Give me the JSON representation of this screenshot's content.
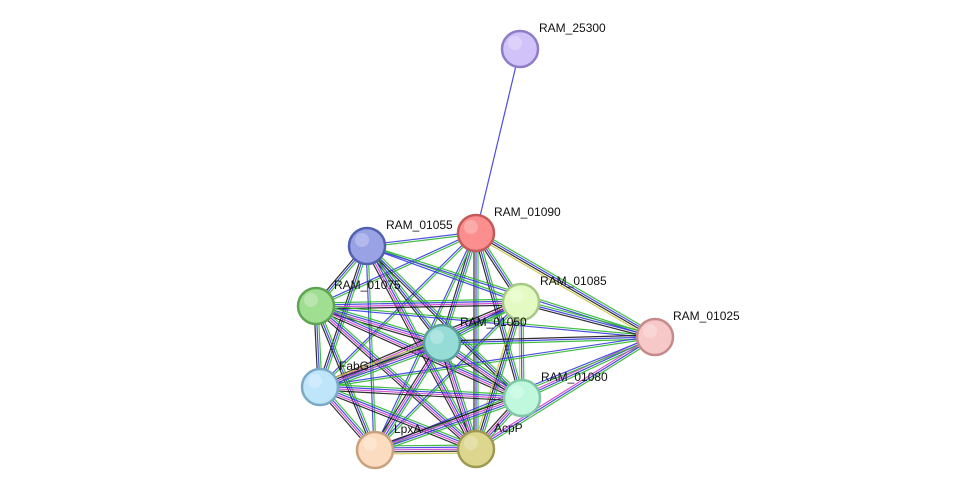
{
  "network": {
    "nodes": [
      {
        "id": "RAM_25300",
        "label": "RAM_25300",
        "fill": "#d2c2fa",
        "stroke": "#8f7cc7"
      },
      {
        "id": "RAM_01090",
        "label": "RAM_01090",
        "fill": "#fb8f8f",
        "stroke": "#c55858"
      },
      {
        "id": "RAM_01055",
        "label": "RAM_01055",
        "fill": "#9aa2e6",
        "stroke": "#5260b0"
      },
      {
        "id": "RAM_01075",
        "label": "RAM_01075",
        "fill": "#a0de92",
        "stroke": "#5ea552"
      },
      {
        "id": "RAM_01085",
        "label": "RAM_01085",
        "fill": "#e3fbc2",
        "stroke": "#a7c785"
      },
      {
        "id": "RAM_01025",
        "label": "RAM_01025",
        "fill": "#f7c8c8",
        "stroke": "#c58a8a"
      },
      {
        "id": "RAM_01050",
        "label": "RAM_01050",
        "fill": "#95dcd6",
        "stroke": "#5a9f9b"
      },
      {
        "id": "FabG",
        "label": "FabG",
        "fill": "#bfe5fb",
        "stroke": "#7aa9c7"
      },
      {
        "id": "RAM_01080",
        "label": "RAM_01080",
        "fill": "#bff8dd",
        "stroke": "#7fc6a3"
      },
      {
        "id": "LpxA",
        "label": "LpxA",
        "fill": "#fcdcc0",
        "stroke": "#c9a27d"
      },
      {
        "id": "AcpP",
        "label": "AcpP",
        "fill": "#dcd68e",
        "stroke": "#9f9a52"
      }
    ],
    "edges": [
      {
        "source": "RAM_25300",
        "target": "RAM_01090",
        "colors": [
          "#3a3ae0"
        ]
      },
      {
        "source": "RAM_01090",
        "target": "RAM_01055",
        "colors": [
          "#2db82d",
          "#3a3ae0"
        ]
      },
      {
        "source": "RAM_01090",
        "target": "RAM_01075",
        "colors": [
          "#2db82d",
          "#3a3ae0"
        ]
      },
      {
        "source": "RAM_01090",
        "target": "RAM_01085",
        "colors": [
          "#2db82d",
          "#3a3ae0",
          "#1a1a1a"
        ]
      },
      {
        "source": "RAM_01090",
        "target": "RAM_01025",
        "colors": [
          "#2db82d",
          "#3a3ae0",
          "#1a1a1a",
          "#c8c840"
        ]
      },
      {
        "source": "RAM_01090",
        "target": "RAM_01050",
        "colors": [
          "#2db82d",
          "#3a3ae0",
          "#1a1a1a"
        ]
      },
      {
        "source": "RAM_01090",
        "target": "FabG",
        "colors": [
          "#2db82d",
          "#3a3ae0"
        ]
      },
      {
        "source": "RAM_01090",
        "target": "RAM_01080",
        "colors": [
          "#2db82d",
          "#3a3ae0",
          "#1a1a1a"
        ]
      },
      {
        "source": "RAM_01090",
        "target": "LpxA",
        "colors": [
          "#2db82d",
          "#3a3ae0"
        ]
      },
      {
        "source": "RAM_01090",
        "target": "AcpP",
        "colors": [
          "#2db82d",
          "#3a3ae0",
          "#1a1a1a"
        ]
      },
      {
        "source": "RAM_01055",
        "target": "RAM_01075",
        "colors": [
          "#2db82d",
          "#3a3ae0",
          "#1a1a1a"
        ]
      },
      {
        "source": "RAM_01055",
        "target": "RAM_01085",
        "colors": [
          "#2db82d",
          "#3a3ae0"
        ]
      },
      {
        "source": "RAM_01055",
        "target": "RAM_01025",
        "colors": [
          "#2db82d",
          "#3a3ae0"
        ]
      },
      {
        "source": "RAM_01055",
        "target": "RAM_01050",
        "colors": [
          "#2db82d",
          "#3a3ae0",
          "#1a1a1a"
        ]
      },
      {
        "source": "RAM_01055",
        "target": "FabG",
        "colors": [
          "#2db82d",
          "#3a3ae0",
          "#1a1a1a"
        ]
      },
      {
        "source": "RAM_01055",
        "target": "RAM_01080",
        "colors": [
          "#2db82d",
          "#3a3ae0",
          "#1a1a1a"
        ]
      },
      {
        "source": "RAM_01055",
        "target": "LpxA",
        "colors": [
          "#2db82d",
          "#3a3ae0"
        ]
      },
      {
        "source": "RAM_01055",
        "target": "AcpP",
        "colors": [
          "#2db82d",
          "#3a3ae0",
          "#d040d0",
          "#1a1a1a"
        ]
      },
      {
        "source": "RAM_01075",
        "target": "RAM_01085",
        "colors": [
          "#2db82d",
          "#3a3ae0",
          "#d040d0",
          "#1a1a1a"
        ]
      },
      {
        "source": "RAM_01075",
        "target": "RAM_01025",
        "colors": [
          "#2db82d",
          "#3a3ae0"
        ]
      },
      {
        "source": "RAM_01075",
        "target": "RAM_01050",
        "colors": [
          "#2db82d",
          "#3a3ae0",
          "#d040d0",
          "#1a1a1a"
        ]
      },
      {
        "source": "RAM_01075",
        "target": "FabG",
        "colors": [
          "#2db82d",
          "#3a3ae0",
          "#1a1a1a"
        ]
      },
      {
        "source": "RAM_01075",
        "target": "RAM_01080",
        "colors": [
          "#2db82d",
          "#3a3ae0",
          "#d040d0",
          "#1a1a1a"
        ]
      },
      {
        "source": "RAM_01075",
        "target": "LpxA",
        "colors": [
          "#2db82d",
          "#3a3ae0",
          "#1a1a1a"
        ]
      },
      {
        "source": "RAM_01075",
        "target": "AcpP",
        "colors": [
          "#2db82d",
          "#3a3ae0",
          "#d040d0",
          "#1a1a1a"
        ]
      },
      {
        "source": "RAM_01085",
        "target": "RAM_01025",
        "colors": [
          "#2db82d",
          "#3a3ae0",
          "#1a1a1a"
        ]
      },
      {
        "source": "RAM_01085",
        "target": "RAM_01050",
        "colors": [
          "#2db82d",
          "#3a3ae0",
          "#1a1a1a"
        ]
      },
      {
        "source": "RAM_01085",
        "target": "FabG",
        "colors": [
          "#2db82d",
          "#3a3ae0",
          "#d040d0",
          "#1a1a1a"
        ]
      },
      {
        "source": "RAM_01085",
        "target": "RAM_01080",
        "colors": [
          "#2db82d",
          "#3a3ae0",
          "#c8c840"
        ]
      },
      {
        "source": "RAM_01085",
        "target": "LpxA",
        "colors": [
          "#2db82d",
          "#3a3ae0"
        ]
      },
      {
        "source": "RAM_01085",
        "target": "AcpP",
        "colors": [
          "#2db82d",
          "#3a3ae0",
          "#1a1a1a",
          "#c8c840"
        ]
      },
      {
        "source": "RAM_01025",
        "target": "RAM_01050",
        "colors": [
          "#2db82d",
          "#3a3ae0",
          "#1a1a1a"
        ]
      },
      {
        "source": "RAM_01025",
        "target": "FabG",
        "colors": [
          "#2db82d",
          "#3a3ae0"
        ]
      },
      {
        "source": "RAM_01025",
        "target": "RAM_01080",
        "colors": [
          "#2db82d",
          "#3a3ae0",
          "#d040d0"
        ]
      },
      {
        "source": "RAM_01025",
        "target": "LpxA",
        "colors": [
          "#2db82d",
          "#3a3ae0"
        ]
      },
      {
        "source": "RAM_01025",
        "target": "AcpP",
        "colors": [
          "#2db82d",
          "#3a3ae0",
          "#d040d0"
        ]
      },
      {
        "source": "RAM_01050",
        "target": "FabG",
        "colors": [
          "#2db82d",
          "#3a3ae0",
          "#d040d0",
          "#1a1a1a",
          "#c8c840"
        ]
      },
      {
        "source": "RAM_01050",
        "target": "RAM_01080",
        "colors": [
          "#2db82d",
          "#3a3ae0",
          "#d040d0",
          "#1a1a1a"
        ]
      },
      {
        "source": "RAM_01050",
        "target": "LpxA",
        "colors": [
          "#2db82d",
          "#3a3ae0",
          "#d040d0",
          "#1a1a1a"
        ]
      },
      {
        "source": "RAM_01050",
        "target": "AcpP",
        "colors": [
          "#2db82d",
          "#3a3ae0",
          "#d040d0",
          "#1a1a1a"
        ]
      },
      {
        "source": "FabG",
        "target": "RAM_01080",
        "colors": [
          "#2db82d",
          "#3a3ae0",
          "#d040d0",
          "#1a1a1a"
        ]
      },
      {
        "source": "FabG",
        "target": "LpxA",
        "colors": [
          "#2db82d",
          "#3a3ae0",
          "#d040d0",
          "#1a1a1a"
        ]
      },
      {
        "source": "FabG",
        "target": "AcpP",
        "colors": [
          "#2db82d",
          "#3a3ae0",
          "#d040d0",
          "#1a1a1a"
        ]
      },
      {
        "source": "RAM_01080",
        "target": "LpxA",
        "colors": [
          "#2db82d",
          "#3a3ae0",
          "#d040d0",
          "#1a1a1a"
        ]
      },
      {
        "source": "RAM_01080",
        "target": "AcpP",
        "colors": [
          "#2db82d",
          "#3a3ae0",
          "#d040d0",
          "#1a1a1a"
        ]
      },
      {
        "source": "LpxA",
        "target": "AcpP",
        "colors": [
          "#2db82d",
          "#3a3ae0",
          "#d040d0",
          "#1a1a1a",
          "#c8c840"
        ]
      }
    ]
  }
}
